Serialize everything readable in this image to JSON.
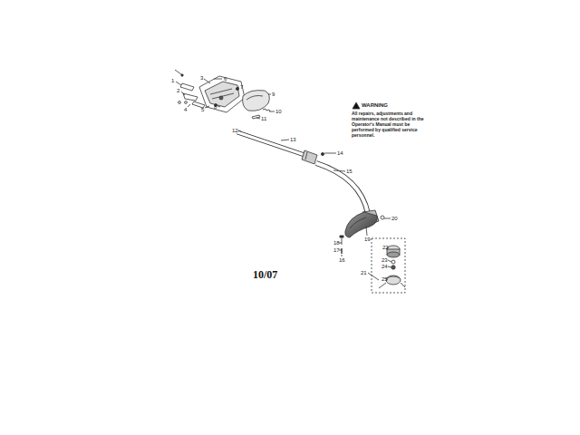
{
  "diagram": {
    "labels": [
      "1",
      "2",
      "3",
      "4",
      "5",
      "6",
      "7",
      "8",
      "9",
      "10",
      "11",
      "12",
      "13",
      "14",
      "15",
      "16",
      "17",
      "18",
      "19",
      "20",
      "21",
      "22",
      "23",
      "24",
      "25",
      "WARNING",
      "All repairs, adjustments and maintenance not described in the Operator's Manual must be performed by qualified service personnel.",
      "10/07"
    ]
  }
}
